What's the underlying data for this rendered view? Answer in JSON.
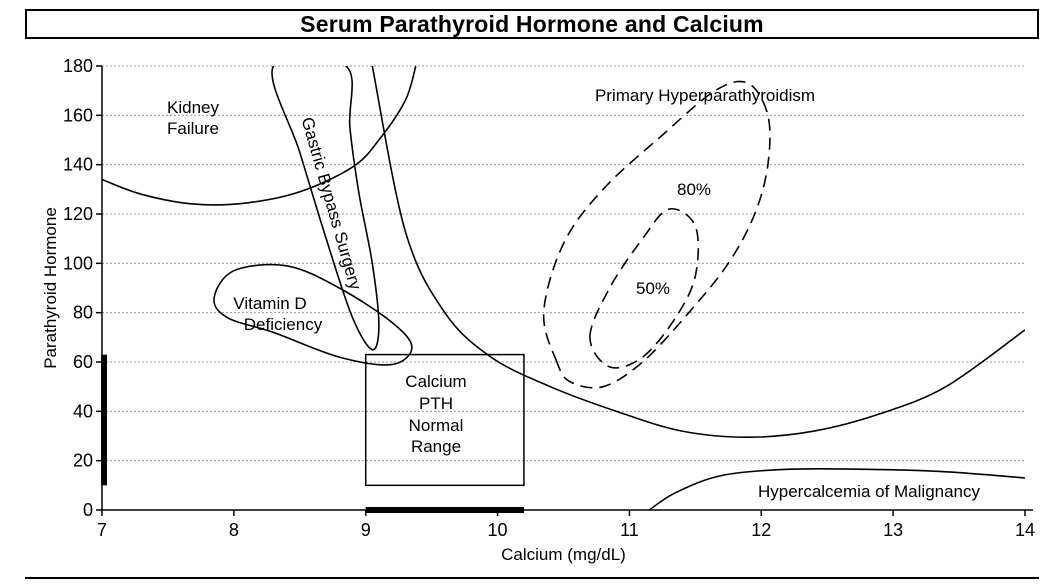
{
  "chart_data": {
    "type": "region-plot",
    "title": "Serum Parathyroid Hormone and Calcium",
    "xlabel": "Calcium (mg/dL)",
    "ylabel": "Parathyroid Hormone",
    "xlim": [
      7,
      14
    ],
    "ylim": [
      0,
      180
    ],
    "xticks": [
      "7",
      "8",
      "9",
      "10",
      "11",
      "12",
      "13",
      "14"
    ],
    "yticks": [
      "0",
      "20",
      "40",
      "60",
      "80",
      "100",
      "120",
      "140",
      "160",
      "180"
    ],
    "grid": "horizontal dotted",
    "normal_range": {
      "calcium": [
        9,
        10.2
      ],
      "pth": [
        10,
        63
      ]
    },
    "regions": [
      {
        "label_lines": [
          "Kidney",
          "Failure"
        ],
        "style": "solid",
        "points": [
          [
            7,
            134
          ],
          [
            7.3,
            128
          ],
          [
            7.7,
            124
          ],
          [
            8.1,
            124.5
          ],
          [
            8.5,
            129
          ],
          [
            8.9,
            139
          ],
          [
            9.1,
            150
          ],
          [
            9.3,
            166
          ],
          [
            9.38,
            180
          ]
        ]
      },
      {
        "label_lines": [
          "Gastric Bypass Surgery"
        ],
        "style": "solid",
        "points": [
          [
            8.3,
            180
          ],
          [
            8.5,
            145
          ],
          [
            8.7,
            110
          ],
          [
            8.9,
            78
          ],
          [
            9.05,
            65
          ],
          [
            9.1,
            75
          ],
          [
            9.05,
            100
          ],
          [
            8.95,
            128
          ],
          [
            8.88,
            155
          ],
          [
            8.85,
            180
          ]
        ]
      },
      {
        "label_lines": [
          "Vitamin D",
          "Deficiency"
        ],
        "style": "solid",
        "points": [
          [
            7.85,
            86
          ],
          [
            8.0,
            97
          ],
          [
            8.4,
            99
          ],
          [
            8.8,
            90
          ],
          [
            9.2,
            76
          ],
          [
            9.35,
            66
          ],
          [
            9.2,
            59
          ],
          [
            8.8,
            62
          ],
          [
            8.3,
            72
          ],
          [
            7.95,
            78
          ]
        ]
      },
      {
        "label_lines": [
          "Primary Hyperparathyroidism"
        ],
        "style": "dashed",
        "subregions": [
          {
            "label": "80%",
            "points": [
              [
                10.45,
                60
              ],
              [
                10.35,
                80
              ],
              [
                10.5,
                108
              ],
              [
                10.8,
                130
              ],
              [
                11.25,
                152
              ],
              [
                11.65,
                170
              ],
              [
                11.9,
                173
              ],
              [
                12.05,
                160
              ],
              [
                12.05,
                140
              ],
              [
                11.95,
                120
              ],
              [
                11.75,
                100
              ],
              [
                11.45,
                80
              ],
              [
                11.1,
                60
              ],
              [
                10.8,
                50
              ],
              [
                10.55,
                52
              ]
            ]
          },
          {
            "label": "50%",
            "points": [
              [
                10.7,
                70
              ],
              [
                10.85,
                90
              ],
              [
                11.1,
                110
              ],
              [
                11.3,
                122
              ],
              [
                11.5,
                115
              ],
              [
                11.5,
                95
              ],
              [
                11.35,
                78
              ],
              [
                11.1,
                62
              ],
              [
                10.85,
                58
              ]
            ]
          }
        ]
      },
      {
        "label_lines": [
          "Hypercalcemia of Malignancy"
        ],
        "style": "solid",
        "points": [
          [
            11.15,
            0
          ],
          [
            11.35,
            7
          ],
          [
            11.7,
            14
          ],
          [
            12.2,
            16.5
          ],
          [
            12.8,
            16.5
          ],
          [
            13.4,
            15.5
          ],
          [
            14,
            13
          ]
        ]
      }
    ],
    "curves": [
      {
        "name": "upper boundary",
        "style": "solid",
        "points": [
          [
            9.05,
            180
          ],
          [
            9.3,
            113
          ],
          [
            9.6,
            80
          ],
          [
            9.95,
            62
          ],
          [
            10.4,
            50
          ],
          [
            10.9,
            40
          ],
          [
            11.4,
            32
          ],
          [
            11.9,
            29.5
          ],
          [
            12.4,
            32
          ],
          [
            12.9,
            39
          ],
          [
            13.4,
            50
          ],
          [
            14,
            73
          ]
        ]
      }
    ],
    "labels": {
      "normal_range": [
        "Calcium",
        "PTH",
        "Normal",
        "Range"
      ]
    }
  }
}
